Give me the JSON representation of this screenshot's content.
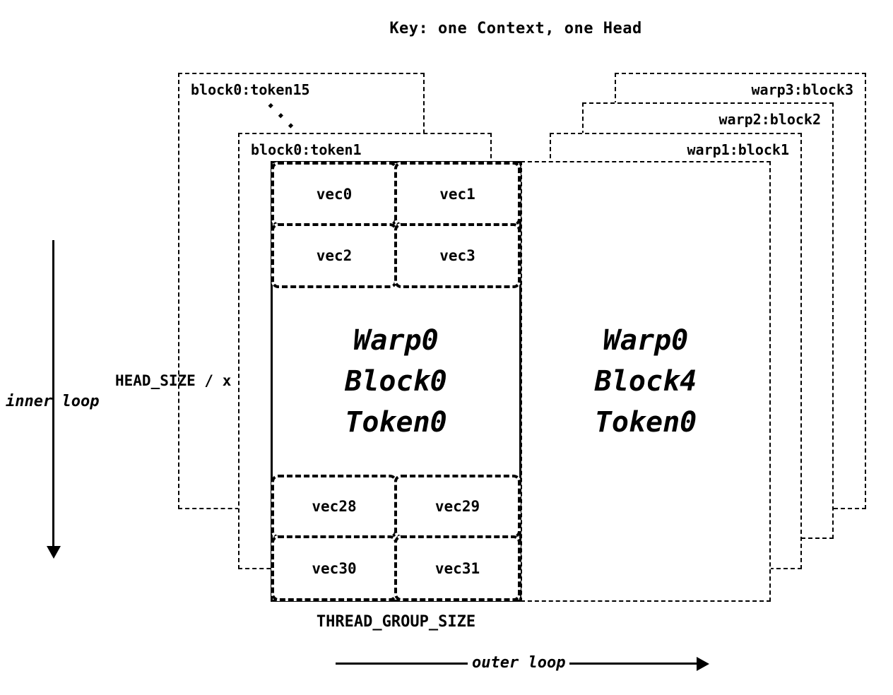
{
  "title": "Key: one Context, one Head",
  "labels": {
    "head_size": "HEAD_SIZE / x",
    "inner_loop": "inner loop",
    "outer_loop": "outer loop",
    "thread_group_size": "THREAD_GROUP_SIZE",
    "ellipsis": "..."
  },
  "cascade_left": [
    {
      "label": "block0:token15"
    },
    {
      "label": "block0:token1"
    }
  ],
  "cascade_right": [
    {
      "label": "warp3:block3"
    },
    {
      "label": "warp2:block2"
    },
    {
      "label": "warp1:block1"
    }
  ],
  "main_block": {
    "title_lines": [
      "Warp0",
      "Block0",
      "Token0"
    ],
    "top_vecs": [
      "vec0",
      "vec1",
      "vec2",
      "vec3"
    ],
    "bottom_vecs": [
      "vec28",
      "vec29",
      "vec30",
      "vec31"
    ]
  },
  "right_block": {
    "title_lines": [
      "Warp0",
      "Block4",
      "Token0"
    ]
  }
}
